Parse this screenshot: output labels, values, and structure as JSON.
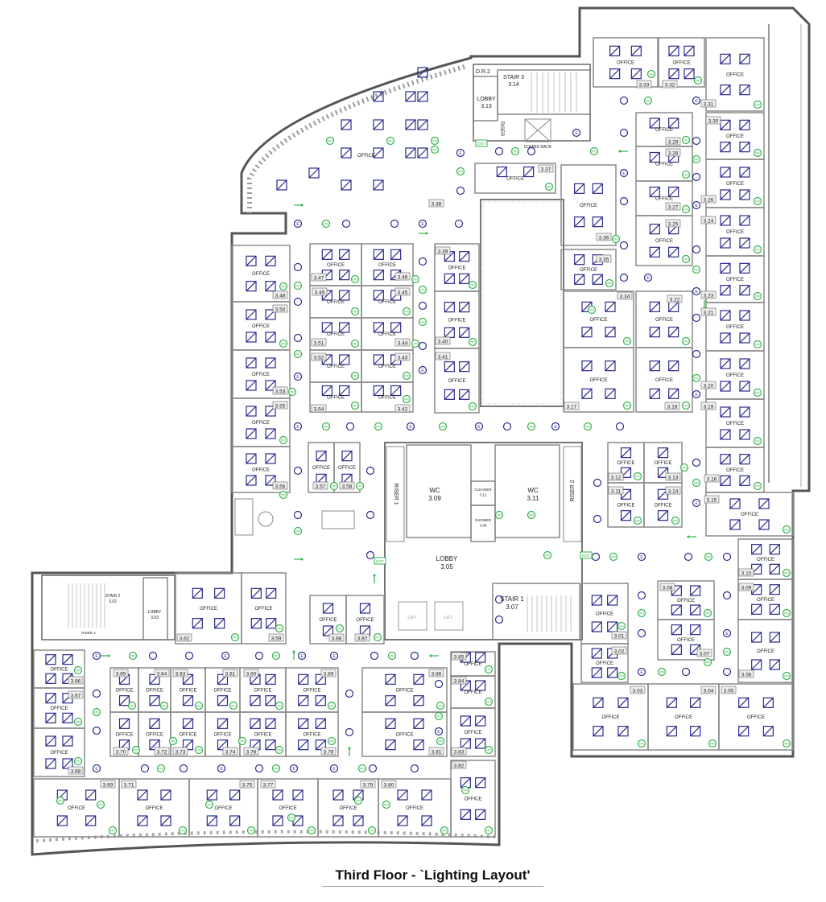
{
  "title": "Third Floor  -  `Lighting Layout'",
  "colors": {
    "luminaire": "#2a2a8c",
    "sensor": "#33b34a",
    "wall": "#8a8a8a",
    "outer_wall": "#555555"
  },
  "symbols": {
    "luminaire": "square-diagonal-luminaire-icon",
    "downlight": "circle-downlight-icon",
    "pir_sensor": {
      "icon": "pir-sensor-icon",
      "label": "PIR"
    },
    "emergency": {
      "icon": "emergency-light-icon",
      "label": "E"
    },
    "exit_sign": {
      "icon": "exit-sign-icon",
      "label": "EXIT"
    },
    "direction_arrow": "exit-arrow-icon"
  },
  "rooms": [
    {
      "name": "OFFICE",
      "number": "3.33"
    },
    {
      "name": "OFFICE",
      "number": "3.32"
    },
    {
      "name": "OFFICE",
      "number": "3.31"
    },
    {
      "name": "OFFICE",
      "number": "3.30"
    },
    {
      "name": "OFFICE",
      "number": "3.26"
    },
    {
      "name": "OFFICE",
      "number": "3.24"
    },
    {
      "name": "OFFICE",
      "number": "3.23"
    },
    {
      "name": "OFFICE",
      "number": "3.21"
    },
    {
      "name": "OFFICE",
      "number": "3.20"
    },
    {
      "name": "OFFICE",
      "number": "3.19"
    },
    {
      "name": "OFFICE",
      "number": "3.16"
    },
    {
      "name": "OFFICE",
      "number": "3.15"
    },
    {
      "name": "OFFICE",
      "number": "3.29"
    },
    {
      "name": "OFFICE",
      "number": "3.28"
    },
    {
      "name": "OFFICE",
      "number": "3.27"
    },
    {
      "name": "OFFICE",
      "number": "3.25"
    },
    {
      "name": "OFFICE",
      "number": "3.36"
    },
    {
      "name": "OFFICE",
      "number": "3.35"
    },
    {
      "name": "OFFICE",
      "number": "3.37"
    },
    {
      "name": "OFFICE",
      "number": "3.34"
    },
    {
      "name": "OFFICE",
      "number": "3.22"
    },
    {
      "name": "OFFICE",
      "number": "3.17"
    },
    {
      "name": "OFFICE",
      "number": "3.18"
    },
    {
      "name": "OFFICE",
      "number": "3.39"
    },
    {
      "name": "OFFICE",
      "number": "3.40"
    },
    {
      "name": "OFFICE",
      "number": "3.41"
    },
    {
      "name": "OFFICE",
      "number": "3.47"
    },
    {
      "name": "OFFICE",
      "number": "3.46"
    },
    {
      "name": "OFFICE",
      "number": "3.49"
    },
    {
      "name": "OFFICE",
      "number": "3.45"
    },
    {
      "name": "OFFICE",
      "number": "3.51"
    },
    {
      "name": "OFFICE",
      "number": "3.44"
    },
    {
      "name": "OFFICE",
      "number": "3.52"
    },
    {
      "name": "OFFICE",
      "number": "3.43"
    },
    {
      "name": "OFFICE",
      "number": "3.54"
    },
    {
      "name": "OFFICE",
      "number": "3.42"
    },
    {
      "name": "OFFICE",
      "number": "3.48"
    },
    {
      "name": "OFFICE",
      "number": "3.50"
    },
    {
      "name": "OFFICE",
      "number": "3.53"
    },
    {
      "name": "OFFICE",
      "number": "3.55"
    },
    {
      "name": "OFFICE",
      "number": "3.56"
    },
    {
      "name": "OFFICE",
      "number": "3.57"
    },
    {
      "name": "OFFICE",
      "number": "3.58"
    },
    {
      "name": "OFFICE",
      "number": "3.88"
    },
    {
      "name": "OFFICE",
      "number": "3.87"
    },
    {
      "name": "OFFICE",
      "number": "3.12"
    },
    {
      "name": "OFFICE",
      "number": "3.13"
    },
    {
      "name": "OFFICE",
      "number": "3.11"
    },
    {
      "name": "OFFICE",
      "number": "3.14"
    },
    {
      "name": "OFFICE",
      "number": "3.10"
    },
    {
      "name": "OFFICE",
      "number": "3.09"
    },
    {
      "name": "OFFICE",
      "number": "3.06"
    },
    {
      "name": "OFFICE",
      "number": "3.08"
    },
    {
      "name": "OFFICE",
      "number": "3.07"
    },
    {
      "name": "OFFICE",
      "number": "3.01"
    },
    {
      "name": "OFFICE",
      "number": "3.02"
    },
    {
      "name": "OFFICE",
      "number": "3.03"
    },
    {
      "name": "OFFICE",
      "number": "3.04"
    },
    {
      "name": "OFFICE",
      "number": "3.05"
    },
    {
      "name": "OFFICE",
      "number": "3.62"
    },
    {
      "name": "OFFICE",
      "number": "3.59"
    },
    {
      "name": "OFFICE",
      "number": "3.66"
    },
    {
      "name": "OFFICE",
      "number": "3.67"
    },
    {
      "name": "OFFICE",
      "number": "3.68"
    },
    {
      "name": "OFFICE",
      "number": "3.65"
    },
    {
      "name": "OFFICE",
      "number": "3.64"
    },
    {
      "name": "OFFICE",
      "number": "3.63"
    },
    {
      "name": "OFFICE",
      "number": "3.61"
    },
    {
      "name": "OFFICE",
      "number": "3.60"
    },
    {
      "name": "OFFICE",
      "number": "3.70"
    },
    {
      "name": "OFFICE",
      "number": "3.72"
    },
    {
      "name": "OFFICE",
      "number": "3.73"
    },
    {
      "name": "OFFICE",
      "number": "3.74"
    },
    {
      "name": "OFFICE",
      "number": "3.76"
    },
    {
      "name": "OFFICE",
      "number": "3.89"
    },
    {
      "name": "OFFICE",
      "number": "3.78"
    },
    {
      "name": "OFFICE",
      "number": "3.86"
    },
    {
      "name": "OFFICE",
      "number": "3.81"
    },
    {
      "name": "OFFICE",
      "number": "3.85"
    },
    {
      "name": "OFFICE",
      "number": "3.84"
    },
    {
      "name": "OFFICE",
      "number": "3.83"
    },
    {
      "name": "OFFICE",
      "number": "3.82"
    },
    {
      "name": "OFFICE",
      "number": "3.69"
    },
    {
      "name": "OFFICE",
      "number": "3.71"
    },
    {
      "name": "OFFICE",
      "number": "3.75"
    },
    {
      "name": "OFFICE",
      "number": "3.77"
    },
    {
      "name": "OFFICE",
      "number": "3.79"
    },
    {
      "name": "OFFICE",
      "number": "3.80"
    },
    {
      "name": "OFFICE",
      "number": "3.38"
    }
  ],
  "spaces": [
    {
      "name": "WC",
      "number": "3.09"
    },
    {
      "name": "WC",
      "number": "3.11"
    },
    {
      "name": "CLEANER",
      "number": "3.12"
    },
    {
      "name": "SHOWER",
      "number": "3.08"
    },
    {
      "name": "LOBBY",
      "number": "3.05"
    },
    {
      "name": "STAIR 1",
      "number": "3.07"
    },
    {
      "name": "STAIR 3",
      "number": "3.14"
    },
    {
      "name": "LOBBY",
      "number": "3.13"
    },
    {
      "name": "STAIR 2",
      "number": "3.02"
    },
    {
      "name": "LOBBY",
      "number": "3.03"
    }
  ],
  "labels": {
    "riser_1": "RISER 1",
    "riser_2": "RISER 2",
    "riser_4": "RISER 4",
    "riser_top": "RISER",
    "comms_rack": "COMMS RACK",
    "dr2": "D.R.2",
    "lift": "LIFT"
  }
}
